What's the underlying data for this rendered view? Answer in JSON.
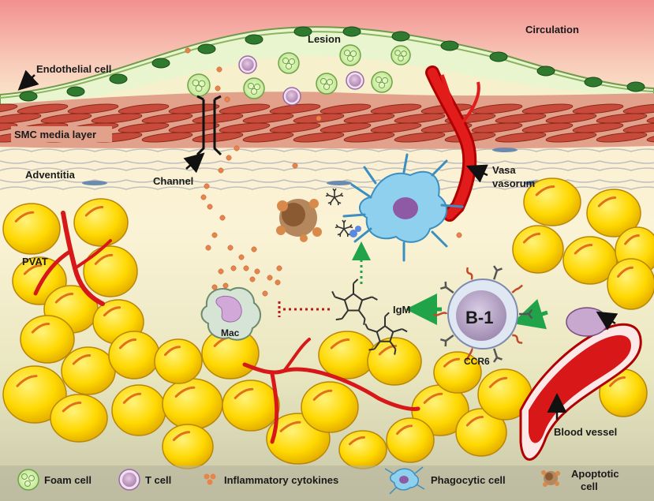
{
  "labels": {
    "circulation": "Circulation",
    "lesion": "Lesion",
    "endothelial_cell": "Endothelial cell",
    "smc_media_layer": "SMC media layer",
    "adventitia": "Adventitia",
    "channel": "Channel",
    "vasa_vasorum_line1": "Vasa",
    "vasa_vasorum_line2": "vasorum",
    "pvat": "PVAT",
    "mac": "Mac",
    "igm": "IgM",
    "b1": "B-1",
    "ccr6": "CCR6",
    "blood_vessel": "Blood vessel"
  },
  "legend": {
    "foam_cell": "Foam cell",
    "t_cell": "T cell",
    "inflammatory_cytokines": "Inflammatory cytokines",
    "phagocytic_cell": "Phagocytic cell",
    "apoptotic_cell_line1": "Apoptotic",
    "apoptotic_cell_line2": "cell"
  },
  "colors": {
    "circulation_top": "#f08a8a",
    "smc": "#c84a3a",
    "adipocyte": "#ffd800",
    "vessel_red": "#d81818",
    "cytokine": "#e8834a",
    "phagocyte": "#8ed0ee",
    "b1_cell": "#a58fb6",
    "arrow_green": "#21a34a",
    "inhibit_red": "#b81a1a"
  }
}
